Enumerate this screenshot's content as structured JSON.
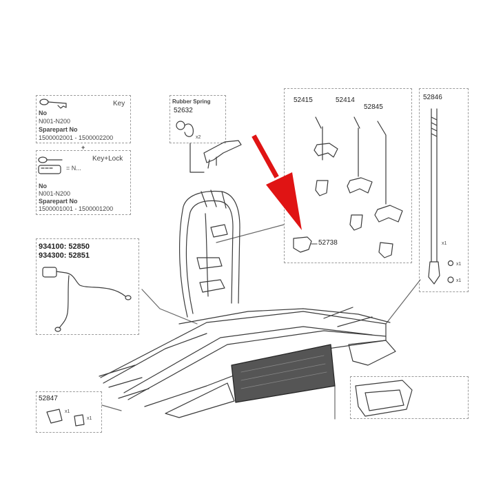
{
  "key_box": {
    "title": "Key",
    "no_label": "No",
    "no_value": "N001-N200",
    "spare_label": "Sparepart No",
    "spare_value": "1500002001 - 1500002200"
  },
  "plus_sign": "+",
  "keylock_box": {
    "title": "Key+Lock",
    "equals": "= N...",
    "no_label": "No",
    "no_value": "N001-N200",
    "spare_label": "Sparepart No",
    "spare_value": "1500001001 - 1500001200"
  },
  "rubber_spring": {
    "title": "Rubber Spring",
    "part": "52632",
    "qty": "x2"
  },
  "arms_box": {
    "parts": [
      "52415",
      "52414",
      "52845"
    ],
    "pad_part": "52738"
  },
  "rod_box": {
    "part": "52846",
    "qty_rod": "x1",
    "qty_screw": "x1",
    "qty_washer": "x1"
  },
  "cable_box": {
    "line1": "934100: 52850",
    "line2": "934300: 52851"
  },
  "bottom_left_box": {
    "part": "52847",
    "qty_a": "x1",
    "qty_b": "x1"
  },
  "colors": {
    "arrow": "#e01414",
    "line": "#3a3a3a",
    "dash": "#9a9a9a"
  },
  "icons": [
    "red-arrow-icon",
    "key-icon",
    "lock-icon",
    "cable-icon",
    "bike-carrier-drawing"
  ]
}
